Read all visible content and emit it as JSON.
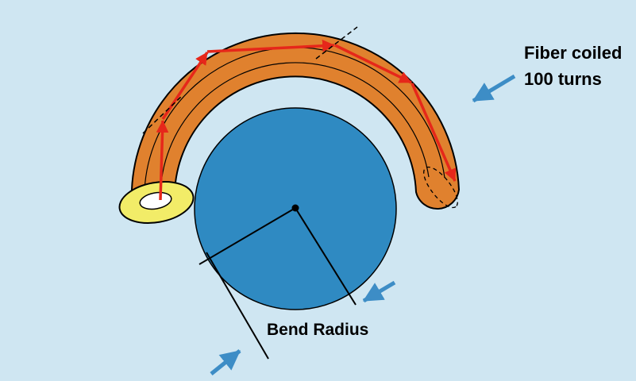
{
  "labels": {
    "fiber_line1": "Fiber coiled",
    "fiber_line2": "100 turns",
    "bend_radius": "Bend Radius"
  },
  "colors": {
    "background": "#cfe6f2",
    "coil_orange": "#e0812e",
    "mandrel_blue": "#2f8ac2",
    "end_face_yellow": "#f2ec68",
    "fiber_core_white": "#ffffff",
    "ray_red": "#e6271a",
    "pointer_blue": "#3d8dc6",
    "outline_black": "#000000"
  }
}
